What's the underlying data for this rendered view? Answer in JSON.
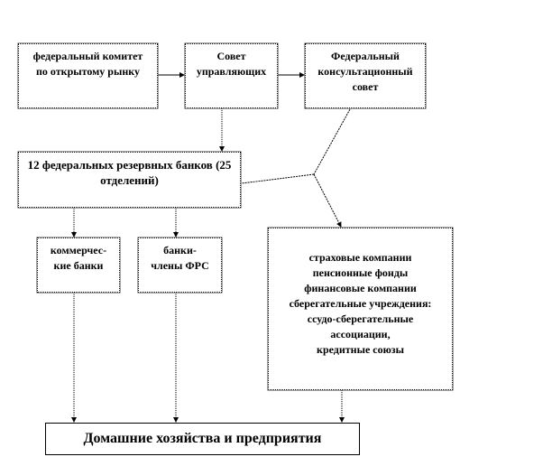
{
  "nodes": {
    "fomc": {
      "line1": "федеральный комитет",
      "line2": "по открытому рынку"
    },
    "board": {
      "line1": "Совет",
      "line2": "управляющих"
    },
    "advisory": {
      "line1": "Федеральный",
      "line2": "консультационный",
      "line3": "совет"
    },
    "reserve_banks": {
      "line1": "12 федеральных резервных банков (25",
      "line2": "отделений)"
    },
    "commercial": {
      "line1": "коммерчес-",
      "line2": "кие банки"
    },
    "member_banks": {
      "line1": "банки-",
      "line2": "члены ФРС"
    },
    "nonbank": {
      "lines": [
        "страховые компании",
        "пенсионные фонды",
        "финансовые компании",
        "сберегательные учреждения:",
        "ссудо-сберегательные",
        "ассоциации,",
        "кредитные союзы"
      ]
    },
    "households": {
      "label": "Домашние хозяйства и предприятия"
    }
  }
}
